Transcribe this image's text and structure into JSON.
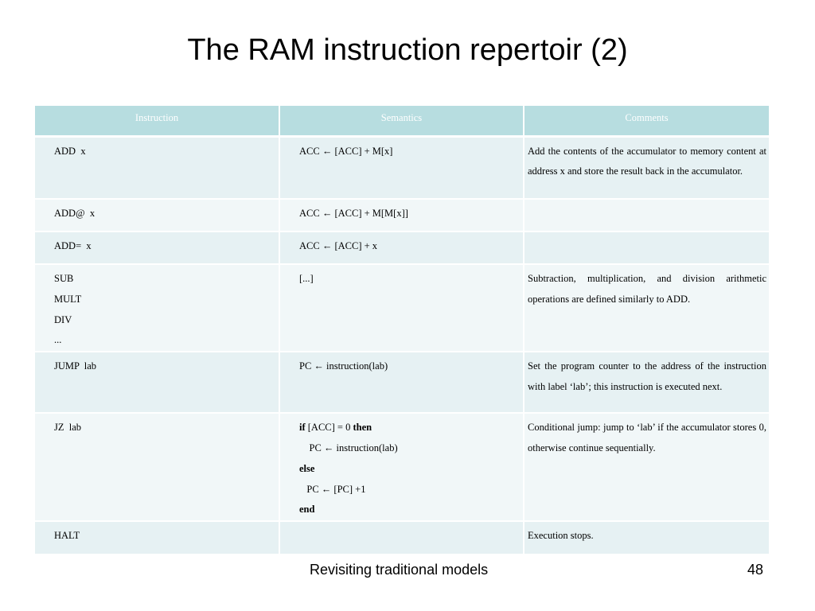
{
  "title": "The RAM instruction repertoir (2)",
  "table": {
    "headers": [
      "Instruction",
      "Semantics",
      "Comments"
    ],
    "rows": [
      {
        "instruction": "ADD  x",
        "semantics": "ACC ← [ACC] + M[x]",
        "comment": "Add the contents of the accumulator to memory content at address x and store the result back in the accumulator."
      },
      {
        "instruction": "ADD@  x",
        "semantics": "ACC ← [ACC] + M[M[x]]",
        "comment": ""
      },
      {
        "instruction": "ADD=  x",
        "semantics": "ACC ← [ACC] + x",
        "comment": ""
      },
      {
        "instruction_lines": [
          "SUB",
          "MULT",
          "DIV",
          "..."
        ],
        "semantics": "[...]",
        "comment": "Subtraction, multiplication, and division arithmetic operations are defined similarly to ADD."
      },
      {
        "instruction": "JUMP  lab",
        "semantics": "PC ← instruction(lab)",
        "comment": "Set the program counter to the address of the instruction with label ‘lab’; this instruction is executed next."
      },
      {
        "instruction": "JZ  lab",
        "semantics_parts": {
          "if_kw": "if",
          "condition": " [ACC] = 0 ",
          "then_kw": "then",
          "then_stmt": "    PC ← instruction(lab)",
          "else_kw": "else",
          "else_stmt": "   PC ← [PC] +1",
          "end_kw": "end"
        },
        "comment": "Conditional jump: jump to ‘lab’ if the accumulator stores 0, otherwise continue sequentially."
      },
      {
        "instruction": "HALT",
        "semantics": "",
        "comment": "Execution stops."
      }
    ]
  },
  "footer": {
    "text": "Revisiting traditional models",
    "page_number": "48"
  },
  "colors": {
    "header_bg": "#b7dde0",
    "row_odd_bg": "#e6f1f3",
    "row_even_bg": "#f1f7f8"
  }
}
